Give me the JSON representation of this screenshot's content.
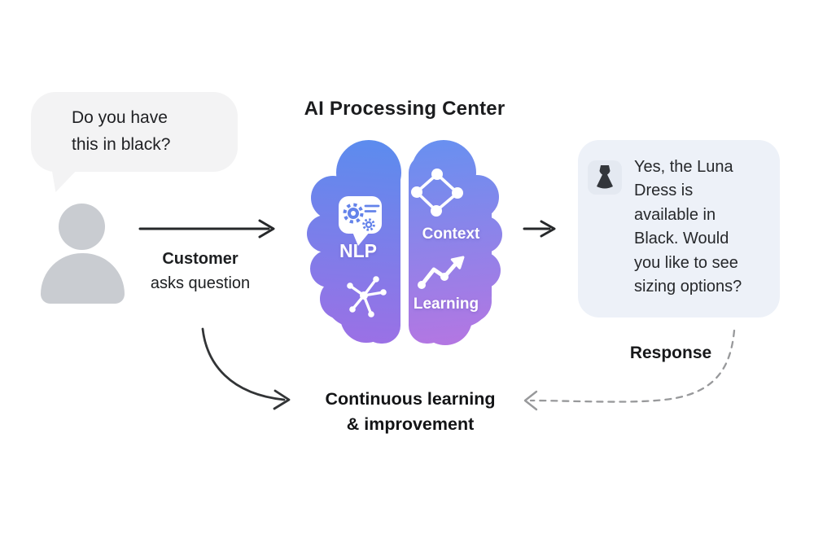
{
  "title": "AI Processing Center",
  "customer": {
    "bubble_lines": [
      "Do you have",
      "this in black?"
    ],
    "name": "Customer",
    "action": "asks question"
  },
  "brain": {
    "left_label": "NLP",
    "context_label": "Context",
    "learning_label": "Learning",
    "colors": {
      "left_top": "#5b8cee",
      "left_bottom": "#9c70e5",
      "right_top": "#6890f0",
      "right_bottom": "#b476e2"
    }
  },
  "response": {
    "lines": [
      "Yes, the Luna",
      "Dress is",
      "available in",
      "Black. Would",
      "you like to see",
      "sizing options?"
    ],
    "label": "Response"
  },
  "feedback": {
    "line1": "Continuous learning",
    "line2": "& improvement"
  },
  "icons": {
    "person": "person-silhouette-icon",
    "nlp": "chat-bubble-gears-icon",
    "molecule": "network-nodes-icon",
    "context": "diamond-graph-icon",
    "learning": "trend-arrow-icon",
    "dress": "black-dress-icon"
  },
  "colors": {
    "speech_bubble_bg": "#f3f3f4",
    "response_bubble_bg": "#edf1f8",
    "dress_tile_bg": "#e4e9f1",
    "person_gray": "#c9ccd1",
    "arrow_dark": "#26282a",
    "arrow_dashed_gray": "#98999b",
    "text_dark": "#1d1f21"
  }
}
